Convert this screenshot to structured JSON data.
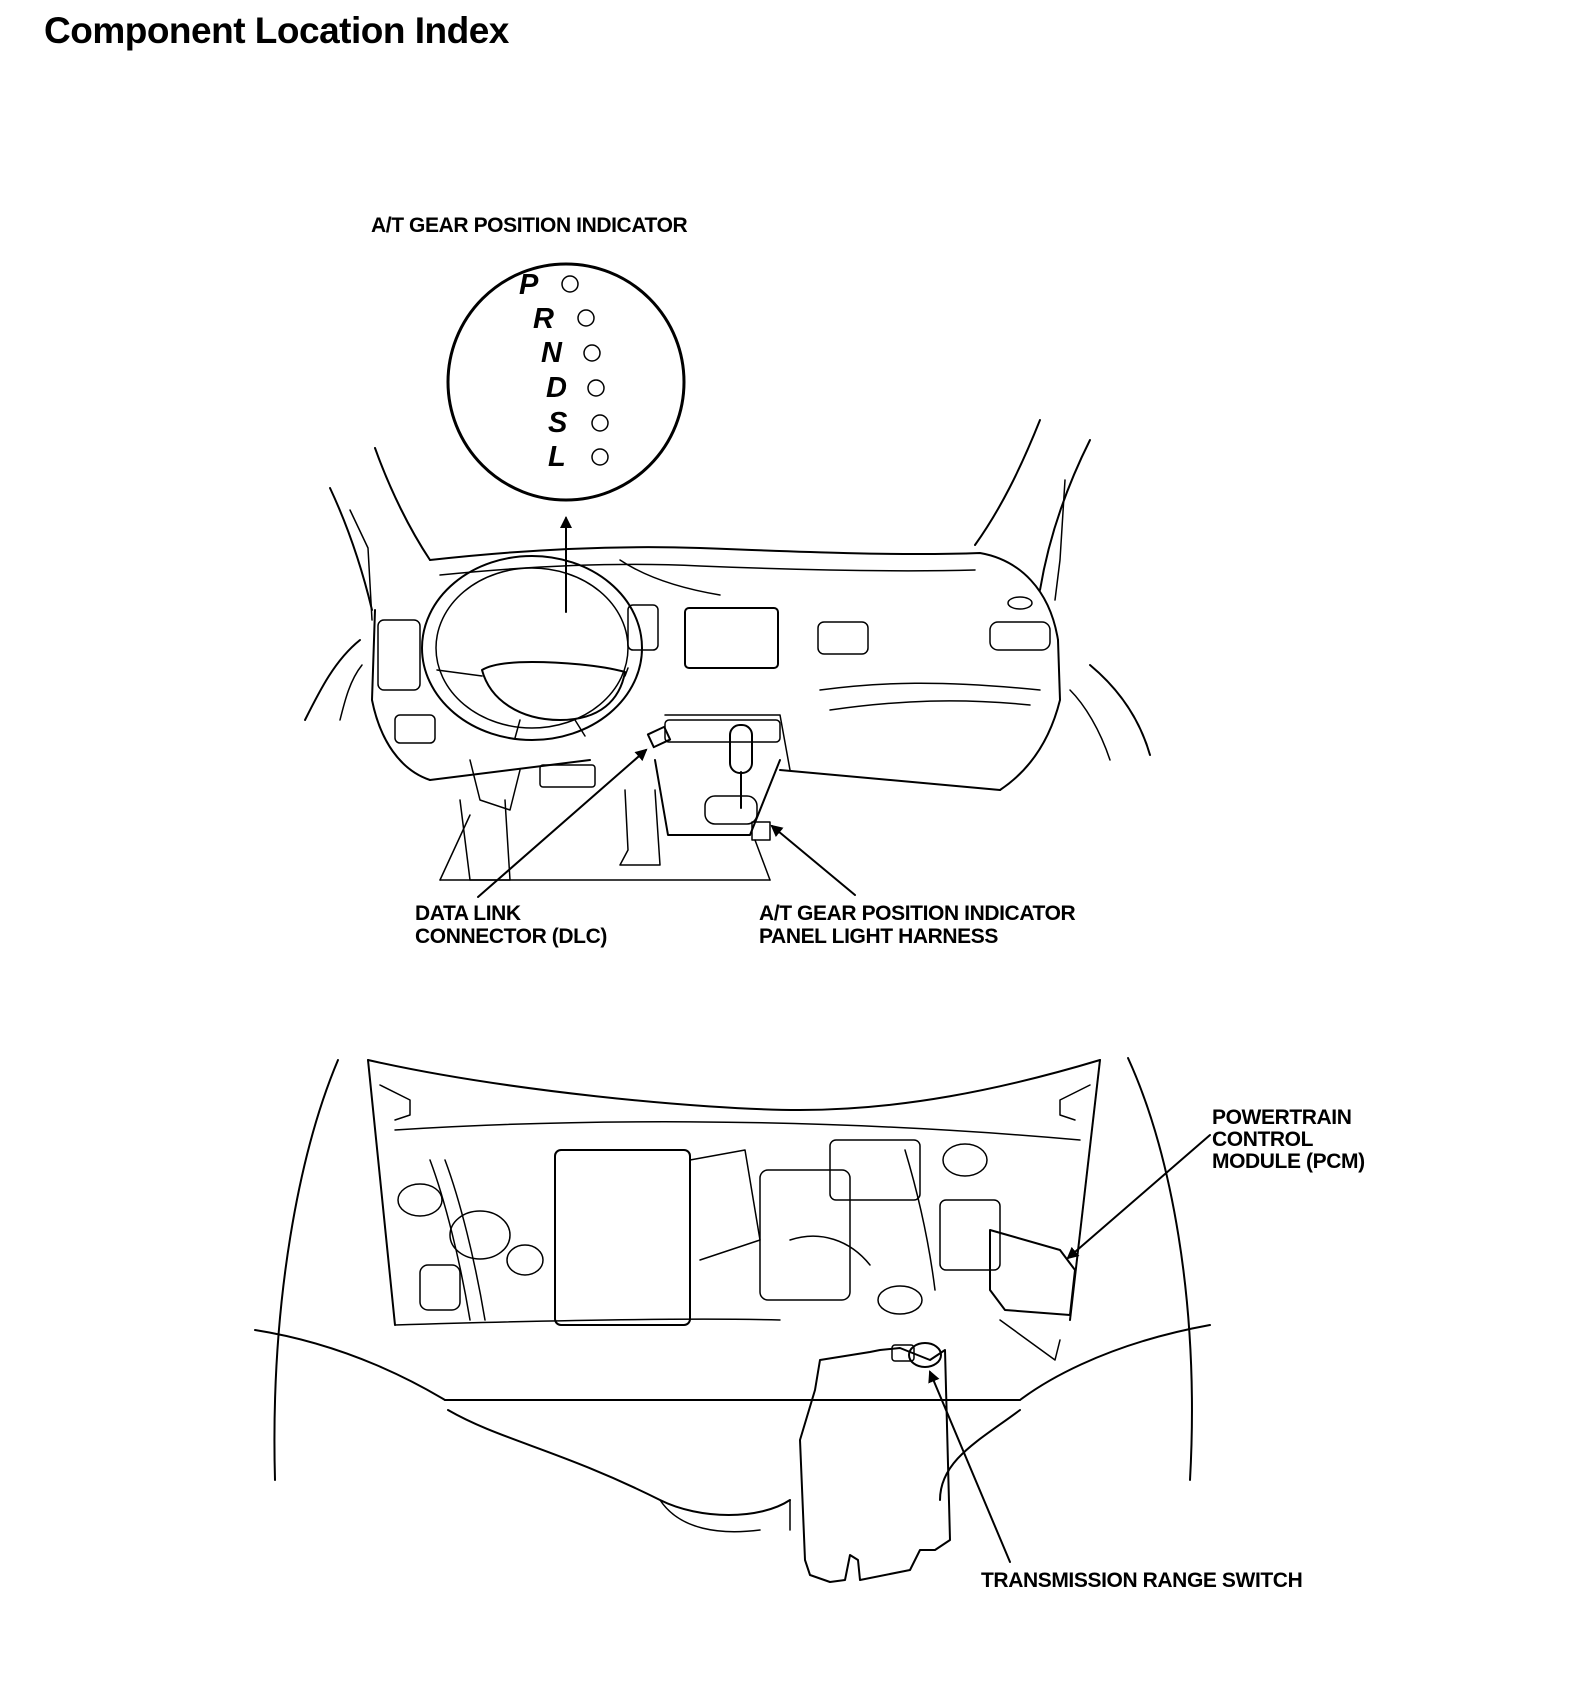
{
  "page": {
    "title": "Component Location Index"
  },
  "gear_indicator": {
    "label": "A/T GEAR POSITION INDICATOR",
    "positions": [
      "P",
      "R",
      "N",
      "D",
      "S",
      "L"
    ]
  },
  "callouts": {
    "dlc": {
      "line1": "DATA LINK",
      "line2": "CONNECTOR (DLC)"
    },
    "panel_light": {
      "line1": "A/T GEAR POSITION INDICATOR",
      "line2": "PANEL LIGHT HARNESS"
    },
    "pcm": {
      "line1": "POWERTRAIN",
      "line2": "CONTROL",
      "line3": "MODULE (PCM)"
    },
    "trs": {
      "line1": "TRANSMISSION RANGE SWITCH"
    }
  }
}
